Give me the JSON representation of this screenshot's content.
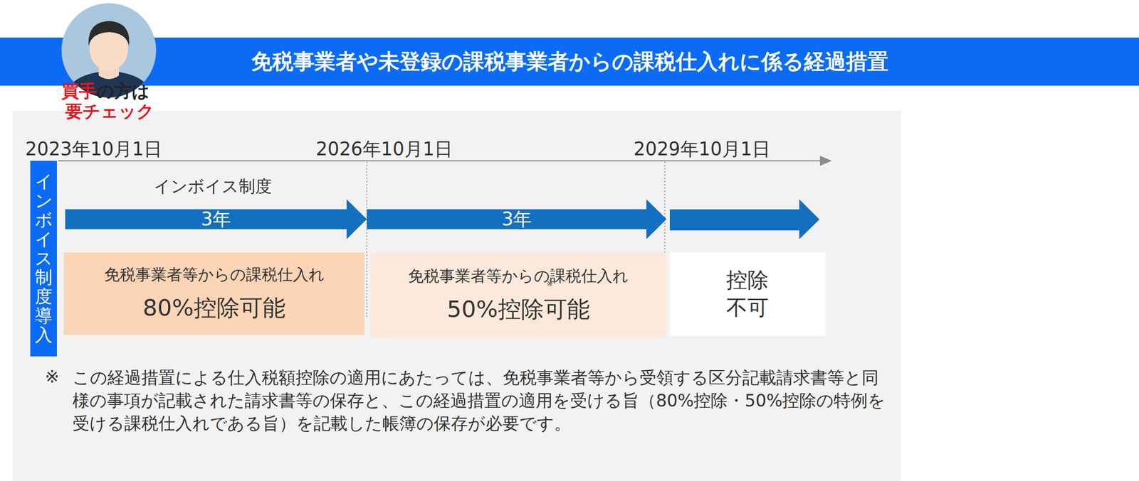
{
  "diagram": {
    "title": "免税事業者や未登録の課税事業者からの課税仕入れに係る経過措置",
    "nodes": [
      {
        "text": [
          "インボイス制度導入"
        ]
      },
      {
        "text": [
          "3年"
        ]
      },
      {
        "text": [
          "3年"
        ]
      },
      {
        "text": [
          "免税事業者等からの課税仕入れ",
          "80%控除可能"
        ]
      },
      {
        "text": [
          "免税事業者等からの課税仕入れ",
          "50%控除可能"
        ]
      },
      {
        "text": [
          "控除 不可"
        ]
      }
    ],
    "edges": [],
    "labels": [
      "買手",
      "の方は",
      "要チェック",
      "2023年10月1日",
      "2026年10月1日",
      "2029年10月1日",
      "インボイス制度",
      "※",
      "※",
      "この経過措置による仕入税額控除の適用にあたっては、免税事業者等から受領する区分記載請求書等と同様の事項が記載された請求書等の保存と、この経過措置の適用を受ける旨（80%控除・50%控除の特例を受ける課税仕入れである旨）を記載した帳簿の保存が必要です。"
    ]
  }
}
